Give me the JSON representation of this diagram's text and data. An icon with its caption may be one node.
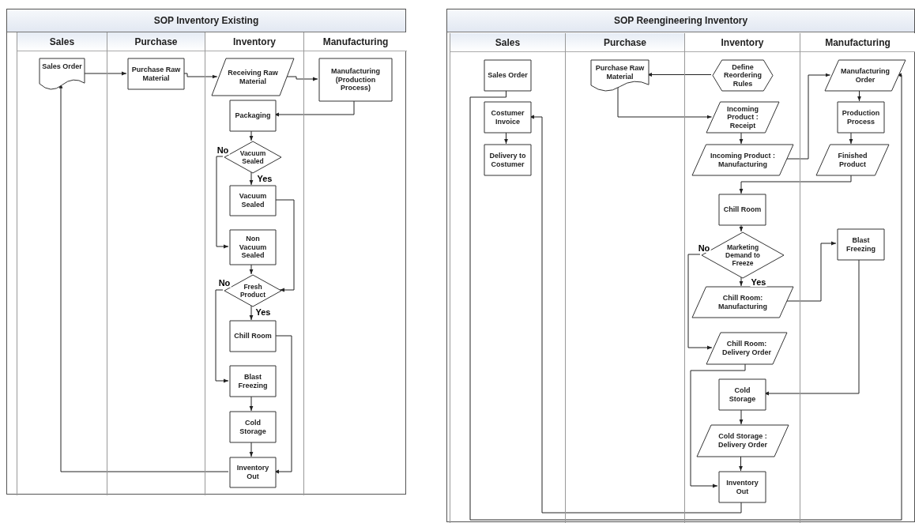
{
  "diagram": {
    "nodes": [
      {
        "text": [
          "SOP Inventory Existing"
        ]
      },
      {
        "text": [
          "Sales"
        ],
        "in": 0
      },
      {
        "text": [
          "Purchase"
        ],
        "in": 0
      },
      {
        "text": [
          "Inventory"
        ],
        "in": 0
      },
      {
        "text": [
          "Manufacturing"
        ],
        "in": 0
      },
      {
        "text": [
          "Sales Order"
        ],
        "in": 1
      },
      {
        "text": [
          "Purchase Raw Material"
        ],
        "in": 2
      },
      {
        "text": [
          "Receiving Raw Material"
        ],
        "in": 3
      },
      {
        "text": [
          "Manufacturing (Production Process)"
        ],
        "in": 4
      },
      {
        "text": [
          "Packaging"
        ],
        "in": 3
      },
      {
        "text": [
          "Vacuum Sealed"
        ],
        "in": 3
      },
      {
        "text": [
          "Vacuum Sealed"
        ],
        "in": 3
      },
      {
        "text": [
          "Non Vacuum Sealed"
        ],
        "in": 3
      },
      {
        "text": [
          "Fresh Product"
        ],
        "in": 3
      },
      {
        "text": [
          "Chill Room"
        ],
        "in": 3
      },
      {
        "text": [
          "Blast Freezing"
        ],
        "in": 3
      },
      {
        "text": [
          "Cold Storage"
        ],
        "in": 3
      },
      {
        "text": [
          "Inventory Out"
        ],
        "in": 3
      },
      {
        "text": [
          "SOP Reengineering Inventory"
        ]
      },
      {
        "text": [
          "Sales"
        ],
        "in": 18
      },
      {
        "text": [
          "Purchase"
        ],
        "in": 18
      },
      {
        "text": [
          "Inventory"
        ],
        "in": 18
      },
      {
        "text": [
          "Manufacturing"
        ],
        "in": 18
      },
      {
        "text": [
          "Sales Order"
        ],
        "in": 19
      },
      {
        "text": [
          "Purchase Raw Material"
        ],
        "in": 20
      },
      {
        "text": [
          "Define Reordering Rules"
        ],
        "in": 21
      },
      {
        "text": [
          "Manufacturing Order"
        ],
        "in": 22
      },
      {
        "text": [
          "Costumer Invoice"
        ],
        "in": 19
      },
      {
        "text": [
          "Incoming Product : Receipt"
        ],
        "in": 21
      },
      {
        "text": [
          "Production Process"
        ],
        "in": 22
      },
      {
        "text": [
          "Delivery to Costumer"
        ],
        "in": 19
      },
      {
        "text": [
          "Incoming Product : Manufacturing"
        ],
        "in": 21
      },
      {
        "text": [
          "Finished Product"
        ],
        "in": 22
      },
      {
        "text": [
          "Chill Room"
        ],
        "in": 21
      },
      {
        "text": [
          "Marketing Demand to Freeze"
        ],
        "in": 21
      },
      {
        "text": [
          "Blast Freezing"
        ],
        "in": 22
      },
      {
        "text": [
          "Chill Room: Manufacturing"
        ],
        "in": 21
      },
      {
        "text": [
          "Chill Room: Delivery Order"
        ],
        "in": 21
      },
      {
        "text": [
          "Cold Storage"
        ],
        "in": 21
      },
      {
        "text": [
          "Cold Storage : Delivery Order"
        ],
        "in": 21
      },
      {
        "text": [
          "Inventory Out"
        ],
        "in": 21
      }
    ],
    "edges": [
      {
        "from": 5,
        "to": 6,
        "arrow": "to"
      },
      {
        "from": 6,
        "to": 7,
        "arrow": "to"
      },
      {
        "from": 7,
        "to": 8,
        "arrow": "to"
      },
      {
        "from": 8,
        "to": 9,
        "arrow": "to"
      },
      {
        "from": 9,
        "to": 10,
        "arrow": "to"
      },
      {
        "from": 10,
        "to": 11,
        "arrow": "to",
        "label": "Yes"
      },
      {
        "from": 10,
        "to": 12,
        "arrow": "to",
        "label": "No"
      },
      {
        "from": 12,
        "to": 13,
        "arrow": "to"
      },
      {
        "from": 11,
        "to": 13,
        "arrow": "to"
      },
      {
        "from": 13,
        "to": 14,
        "arrow": "to",
        "label": "Yes"
      },
      {
        "from": 13,
        "to": 15,
        "arrow": "to",
        "label": "No"
      },
      {
        "from": 15,
        "to": 16,
        "arrow": "to"
      },
      {
        "from": 16,
        "to": 17,
        "arrow": "to"
      },
      {
        "from": 14,
        "to": 17,
        "arrow": "to"
      },
      {
        "from": 17,
        "to": 5,
        "arrow": "to"
      },
      {
        "from": 23,
        "to": 26,
        "arrow": "to"
      },
      {
        "from": 27,
        "to": 30,
        "arrow": "to"
      },
      {
        "from": 25,
        "to": 24,
        "arrow": "to"
      },
      {
        "from": 24,
        "to": 28,
        "arrow": "to"
      },
      {
        "from": 28,
        "to": 31,
        "arrow": "to"
      },
      {
        "from": 31,
        "to": 26,
        "arrow": "to"
      },
      {
        "from": 26,
        "to": 29,
        "arrow": "to"
      },
      {
        "from": 29,
        "to": 32,
        "arrow": "to"
      },
      {
        "from": 32,
        "to": 33,
        "arrow": "to"
      },
      {
        "from": 33,
        "to": 34,
        "arrow": "to"
      },
      {
        "from": 34,
        "to": 36,
        "arrow": "to",
        "label": "Yes"
      },
      {
        "from": 34,
        "to": 37,
        "arrow": "to",
        "label": "No"
      },
      {
        "from": 36,
        "to": 35,
        "arrow": "to"
      },
      {
        "from": 35,
        "to": 38,
        "arrow": "to"
      },
      {
        "from": 37,
        "to": 40,
        "arrow": "to"
      },
      {
        "from": 38,
        "to": 39,
        "arrow": "to"
      },
      {
        "from": 39,
        "to": 40,
        "arrow": "to"
      },
      {
        "from": 40,
        "to": 27,
        "arrow": "to"
      }
    ]
  }
}
